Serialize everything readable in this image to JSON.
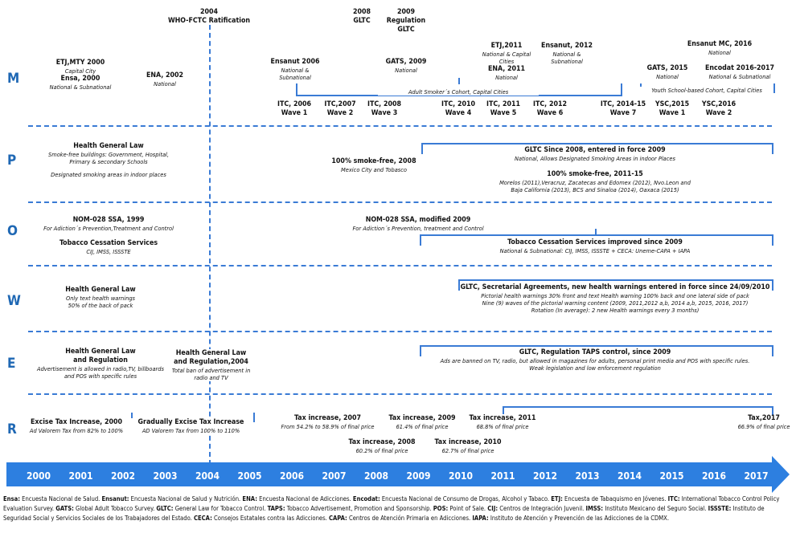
{
  "top": {
    "fctc_year": "2004",
    "fctc_label": "WHO-FCTC Ratification",
    "gltc_year": "2008",
    "gltc_label": "GLTC",
    "reg_year": "2009",
    "reg_label1": "Regulation",
    "reg_label2": "GLTC"
  },
  "rows": {
    "m": "M",
    "p": "P",
    "o": "O",
    "w": "W",
    "e": "E",
    "r": "R"
  },
  "M": {
    "etj2000_title": "ETJ,MTY 2000",
    "etj2000_sub": "Capital City",
    "ensa2000_title": "Ensa, 2000",
    "ensa2000_sub": "National & Subnational",
    "ena2002_title": "ENA, 2002",
    "ena2002_sub": "National",
    "ensanut2006_title": "Ensanut 2006",
    "ensanut2006_sub1": "National &",
    "ensanut2006_sub2": "Subnational",
    "gats2009_title": "GATS, 2009",
    "gats2009_sub": "National",
    "etj2011_title": "ETJ,2011",
    "etj2011_sub1": "National & Capital",
    "etj2011_sub2": "Cities",
    "ena2011_title": "ENA, 2011",
    "ena2011_sub": "National",
    "ensanut2012_title": "Ensanut, 2012",
    "ensanut2012_sub1": "National &",
    "ensanut2012_sub2": "Subnational",
    "ensanutmc_title": "Ensanut MC, 2016",
    "ensanutmc_sub": "National",
    "gats2015_title": "GATS, 2015",
    "gats2015_sub": "National",
    "encodat_title": "Encodat 2016-2017",
    "encodat_sub": "National & Subnational",
    "adult_cohort": "Adult Smoker´s Cohort, Capital Cities",
    "youth_cohort": "Youth School-based Cohort, Capital Cities",
    "waves": [
      {
        "title": "ITC, 2006",
        "wave": "Wave 1"
      },
      {
        "title": "ITC,2007",
        "wave": "Wave 2"
      },
      {
        "title": "ITC, 2008",
        "wave": "Wave 3"
      },
      {
        "title": "ITC, 2010",
        "wave": "Wave 4"
      },
      {
        "title": "ITC, 2011",
        "wave": "Wave 5"
      },
      {
        "title": "ITC, 2012",
        "wave": "Wave 6"
      },
      {
        "title": "ITC, 2014-15",
        "wave": "Wave 7"
      },
      {
        "title": "YSC,2015",
        "wave": "Wave 1"
      },
      {
        "title": "YSC,2016",
        "wave": "Wave 2"
      }
    ]
  },
  "P": {
    "hgl_title": "Health General Law",
    "hgl_l1": "Smoke-free buildings: Government, Hospital,",
    "hgl_l2": "Primary & secondary Schools",
    "hgl_l3": "Designated smoking areas in indoor places",
    "sf2008_title": "100% smoke-free, 2008",
    "sf2008_sub": "Mexico City and Tobasco",
    "gltc_title": "GLTC Since 2008, entered in force 2009",
    "gltc_sub": "National, Allows Designated Smoking Areas in indoor Places",
    "sf1115_title": "100% smoke-free, 2011-15",
    "sf1115_l1": "Morelos (2011),Veracruz, Zacatecas and Edomex (2012), Nvo.Leon and",
    "sf1115_l2": "Baja California (2013), BCS and Sinaloa (2014), Oaxaca (2015)"
  },
  "O": {
    "nom1999_title": "NOM-028 SSA, 1999",
    "nom1999_sub": "For Adiction´s Prevention,Treatment and Control",
    "tcs_title": "Tobacco Cessation Services",
    "tcs_sub": "CIJ, IMSS, ISSSTE",
    "nom2009_title": "NOM-028 SSA, modified 2009",
    "nom2009_sub": "For Adiction´s Prevention, treatment and Control",
    "tcs2009_title": "Tobacco Cessation Services improved since 2009",
    "tcs2009_sub": "National & Subnational: CIJ, IMSS, ISSSTE + CECA: Uneme-CAPA + IAPA"
  },
  "W": {
    "hgl_title": "Health General Law",
    "hgl_l1": "Only text health warnings",
    "hgl_l2": "50% of the back of pack",
    "gltc_title": "GLTC, Secretarial Agreements, new health warnings entered in force since 24/09/2010",
    "gltc_l1": "Pictorial health warnings 30% front and text Health warning 100% back and one lateral side of pack",
    "gltc_l2": "Nine (9) waves of the pictorial warning content (2009, 2011,2012 a,b, 2014 a,b, 2015, 2016, 2017)",
    "gltc_l3": "Rotation  (In average): 2 new Health warnings every 3 months)"
  },
  "E": {
    "hglr_title1": "Health General Law",
    "hglr_title2": "and Regulation",
    "hglr_l1": "Advertisement is allowed in radio,TV, billboards",
    "hglr_l2": "and POS with specific rules",
    "hglr2004_title1": "Health General Law",
    "hglr2004_title2": "and Regulation,2004",
    "hglr2004_l1": "Total ban of advertisement in",
    "hglr2004_l2": "radio and TV",
    "taps_title": "GLTC, Regulation TAPS control, since 2009",
    "taps_l1": "Ads are banned on TV, radio, but allowed in magazines for adults, personal print media and POS with specific rules.",
    "taps_l2": "Weak legislation and low enforcement regulation"
  },
  "R": {
    "t2000_title": "Excise Tax Increase, 2000",
    "t2000_sub": "Ad Valorem Tax from 82% to 100%",
    "grad_title": "Gradually Excise Tax Increase",
    "grad_sub": "AD Valorem Tax from 100% to 110%",
    "t2007_title": "Tax increase, 2007",
    "t2007_sub": "From 54.2% to 58.9% of final price",
    "t2008_title": "Tax increase, 2008",
    "t2008_sub": "60.2% of final price",
    "t2009_title": "Tax increase, 2009",
    "t2009_sub": "61.4% of final price",
    "t2010_title": "Tax increase, 2010",
    "t2010_sub": "62.7% of final price",
    "t2011_title": "Tax increase, 2011",
    "t2011_sub": "68.8% of final price",
    "t2017_title": "Tax,2017",
    "t2017_sub": "66.9% of final price"
  },
  "years": [
    "2000",
    "2001",
    "2002",
    "2003",
    "2004",
    "2005",
    "2006",
    "2007",
    "2008",
    "2009",
    "2010",
    "2011",
    "2012",
    "2013",
    "2014",
    "2015",
    "2016",
    "2017"
  ],
  "colors": {
    "accent": "#1f68b4",
    "arrow": "#2d7fe0",
    "bracket": "#3a7bd5"
  },
  "legend": [
    {
      "abbr": "Ensa:",
      "text": " Encuesta Nacional de Salud. "
    },
    {
      "abbr": "Ensanut:",
      "text": " Encuesta Nacional de Salud y Nutrición. "
    },
    {
      "abbr": "ENA:",
      "text": " Encuesta Nacional de Adicciones. "
    },
    {
      "abbr": "Encodat:",
      "text": " Encuesta Nacional de Consumo de Drogas, Alcohol y Tabaco. "
    },
    {
      "abbr": "ETJ:",
      "text": " Encuesta de Tabaquismo en Jóvenes. "
    },
    {
      "abbr": "ITC:",
      "text": " International Tobacco Control Policy Evaluation Survey. "
    },
    {
      "abbr": "GATS:",
      "text": " Global Adult Tobacco Survey. "
    },
    {
      "abbr": "GLTC:",
      "text": " General Law for Tobacco Control. "
    },
    {
      "abbr": "TAPS:",
      "text": " Tobacco Advertisement, Promotion and Sponsorship. "
    },
    {
      "abbr": "POS:",
      "text": " Point of Sale. "
    },
    {
      "abbr": "CIJ:",
      "text": " Centros de Integración Juvenil. "
    },
    {
      "abbr": "IMSS:",
      "text": " Instituto Mexicano del Seguro Social. "
    },
    {
      "abbr": "ISSSTE:",
      "text": " Instituto de Seguridad Social y Servicios Sociales de los Trabajadores del Estado. "
    },
    {
      "abbr": "CECA:",
      "text": " Consejos Estatales contra las Adicciones. "
    },
    {
      "abbr": "CAPA:",
      "text": " Centros de Atención Primaria en Adicciones. "
    },
    {
      "abbr": "IAPA:",
      "text": " Instituto de Atención y Prevención de las Adicciones de la CDMX."
    }
  ]
}
